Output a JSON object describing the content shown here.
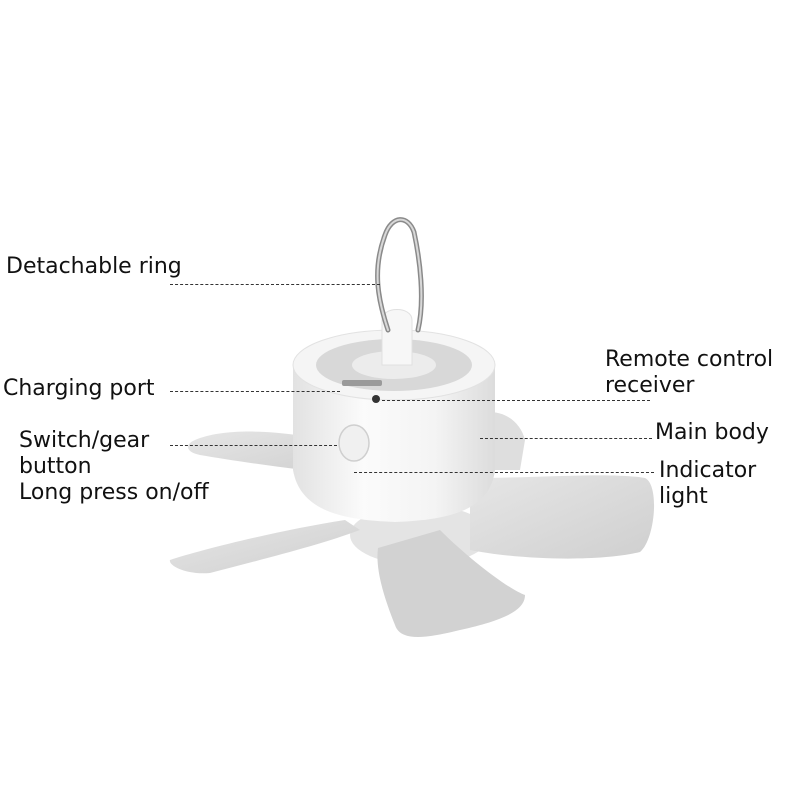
{
  "diagram": {
    "subject": "Portable hanging ceiling fan",
    "callouts": [
      {
        "id": "detachable-ring",
        "lines": [
          "Detachable ring"
        ]
      },
      {
        "id": "charging-port",
        "lines": [
          "Charging port"
        ]
      },
      {
        "id": "switch-gear-button",
        "lines": [
          "Switch/gear",
          "button",
          "Long press on/off"
        ]
      },
      {
        "id": "remote-control-receiver",
        "lines": [
          "Remote control",
          "receiver"
        ]
      },
      {
        "id": "main-body",
        "lines": [
          "Main body"
        ]
      },
      {
        "id": "indicator-light",
        "lines": [
          "Indicator",
          "light"
        ]
      }
    ],
    "colors": {
      "background": "#ffffff",
      "text": "#111111",
      "leader": "#333333",
      "body": "#f2f2f2",
      "top_ring": "#d6d6d6",
      "blades": "#d9d9d9",
      "carabiner": "#9a9a9a"
    }
  }
}
